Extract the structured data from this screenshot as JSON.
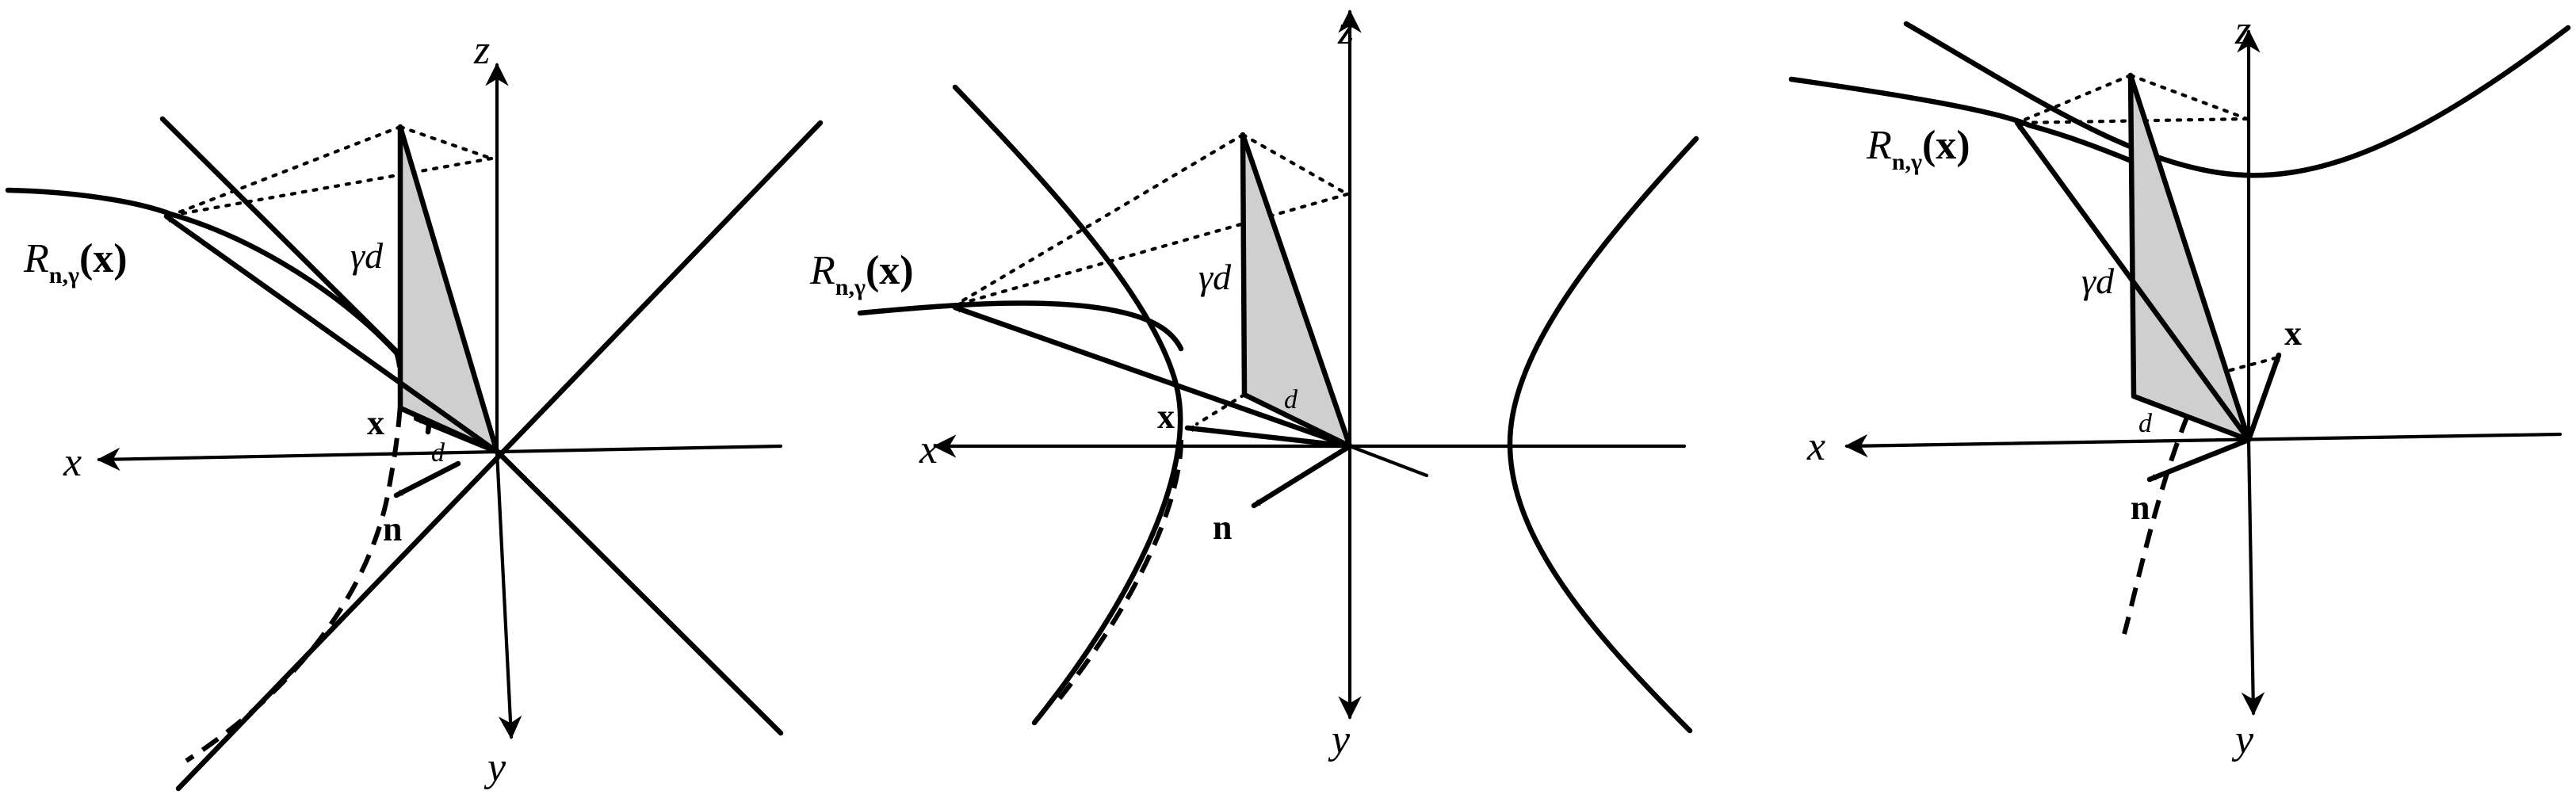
{
  "panels": [
    {
      "id": "left",
      "axes": {
        "x": "x",
        "y": "y",
        "z": "z"
      },
      "labels": {
        "r_symbol": "R",
        "r_sub": "n,γ",
        "r_arg": "(x)",
        "gd": "γd",
        "d": "d",
        "x_point": "x",
        "n_vec": "n"
      }
    },
    {
      "id": "middle",
      "axes": {
        "x": "x",
        "y": "y",
        "z": "z"
      },
      "labels": {
        "r_symbol": "R",
        "r_sub": "n,γ",
        "r_arg": "(x)",
        "gd": "γd",
        "d": "d",
        "x_point": "x",
        "n_vec": "n"
      }
    },
    {
      "id": "right",
      "axes": {
        "x": "x",
        "y": "y",
        "z": "z"
      },
      "labels": {
        "r_symbol": "R",
        "r_sub": "n,γ",
        "r_arg": "(x)",
        "gd": "γd",
        "d": "d",
        "x_point": "x",
        "n_vec": "n"
      }
    }
  ]
}
